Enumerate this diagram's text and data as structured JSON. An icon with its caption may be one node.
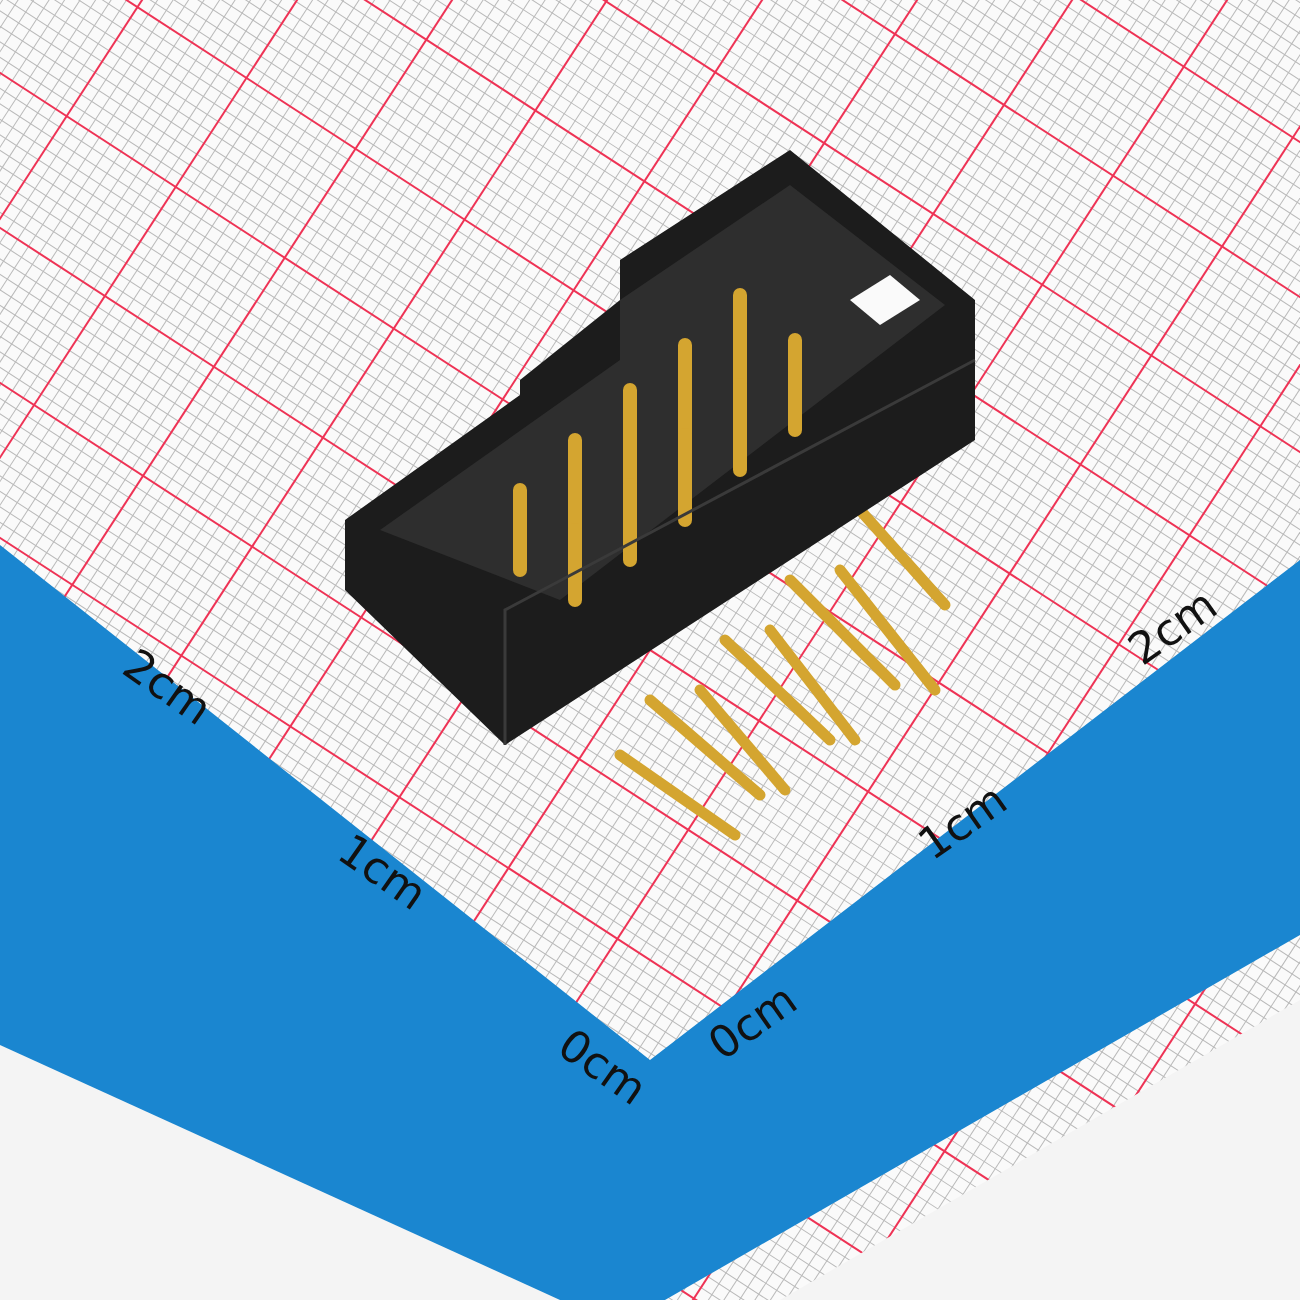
{
  "diagram": {
    "labels": [
      "2cm",
      "1cm",
      "0cm",
      "0cm",
      "1cm",
      "2cm"
    ]
  }
}
